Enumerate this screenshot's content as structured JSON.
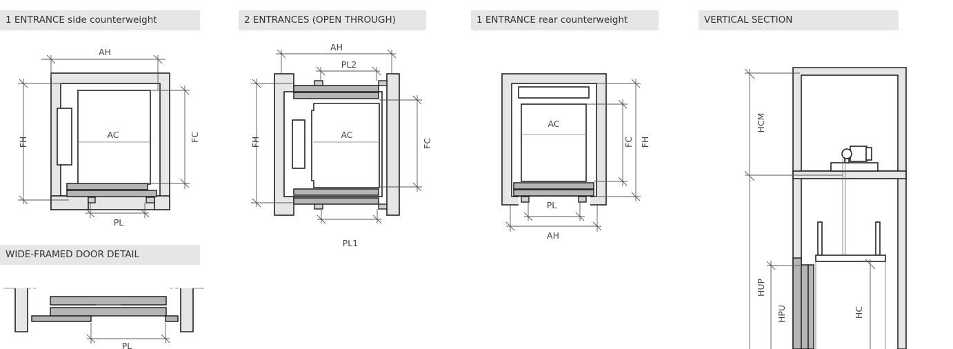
{
  "headers": {
    "side_cw": "1 ENTRANCE side counterweight",
    "open_through": "2 ENTRANCES (OPEN THROUGH)",
    "rear_cw": "1 ENTRANCE rear counterweight",
    "vertical_section": "VERTICAL SECTION",
    "wide_frame": "WIDE-FRAMED DOOR DETAIL"
  },
  "labels": {
    "d1": {
      "ah": "AH",
      "ac": "AC",
      "fh": "FH",
      "fc": "FC",
      "pl": "PL"
    },
    "d2": {
      "ah": "AH",
      "pl2": "PL2",
      "ac": "AC",
      "fh": "FH",
      "fc": "FC",
      "pl1": "PL1"
    },
    "d3": {
      "ac": "AC",
      "fc": "FC",
      "fh": "FH",
      "pl": "PL",
      "ah": "AH"
    },
    "d4": {
      "hcm": "HCM",
      "hup": "HUP",
      "hpu": "HPU",
      "hc": "HC"
    },
    "d5": {
      "pl": "PL"
    }
  }
}
